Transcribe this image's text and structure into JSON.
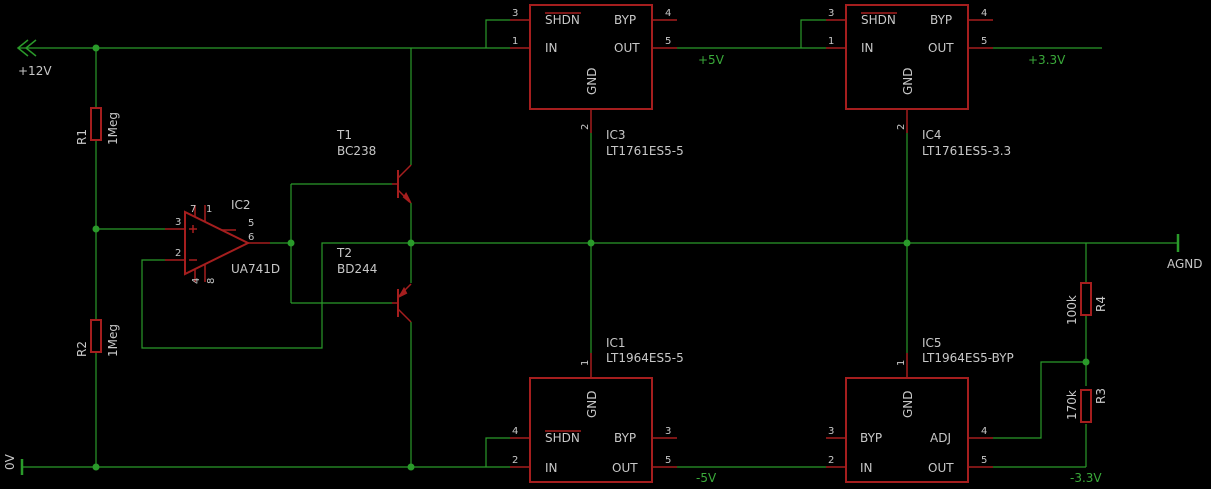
{
  "nets": {
    "plus12": "+12V",
    "zero": "0V",
    "plus5": "+5V",
    "plus33": "+3.3V",
    "minus5": "-5V",
    "minus33": "-3.3V",
    "agnd": "AGND"
  },
  "resistors": {
    "r1": {
      "name": "R1",
      "value": "1Meg"
    },
    "r2": {
      "name": "R2",
      "value": "1Meg"
    },
    "r3": {
      "name": "R3",
      "value": "170k"
    },
    "r4": {
      "name": "R4",
      "value": "100k"
    }
  },
  "opamp": {
    "name": "IC2",
    "value": "UA741D",
    "pins": [
      "3",
      "2",
      "7",
      "1",
      "5",
      "6",
      "4",
      "8"
    ]
  },
  "transistors": {
    "t1": {
      "name": "T1",
      "value": "BC238"
    },
    "t2": {
      "name": "T2",
      "value": "BD244"
    }
  },
  "ic3": {
    "name": "IC3",
    "value": "LT1761ES5-5",
    "shdn": "SHDN",
    "byp": "BYP",
    "in": "IN",
    "out": "OUT",
    "gnd": "GND",
    "p_shdn": "3",
    "p_byp": "4",
    "p_in": "1",
    "p_out": "5",
    "p_gnd": "2"
  },
  "ic4": {
    "name": "IC4",
    "value": "LT1761ES5-3.3",
    "shdn": "SHDN",
    "byp": "BYP",
    "in": "IN",
    "out": "OUT",
    "gnd": "GND",
    "p_shdn": "3",
    "p_byp": "4",
    "p_in": "1",
    "p_out": "5",
    "p_gnd": "2"
  },
  "ic1": {
    "name": "IC1",
    "value": "LT1964ES5-5",
    "shdn": "SHDN",
    "byp": "BYP",
    "in": "IN",
    "out": "OUT",
    "gnd": "GND",
    "p_shdn": "4",
    "p_byp": "3",
    "p_in": "2",
    "p_out": "5",
    "p_gnd": "1"
  },
  "ic5": {
    "name": "IC5",
    "value": "LT1964ES5-BYP",
    "byp": "BYP",
    "adj": "ADJ",
    "in": "IN",
    "out": "OUT",
    "gnd": "GND",
    "p_byp": "3",
    "p_adj": "4",
    "p_in": "2",
    "p_out": "5",
    "p_gnd": "1"
  },
  "colors": {
    "background": "#000000",
    "wire": "#2a9a2a",
    "part": "#a51e1e",
    "text": "#c8c8c8",
    "net_label": "#3aaa3a"
  }
}
